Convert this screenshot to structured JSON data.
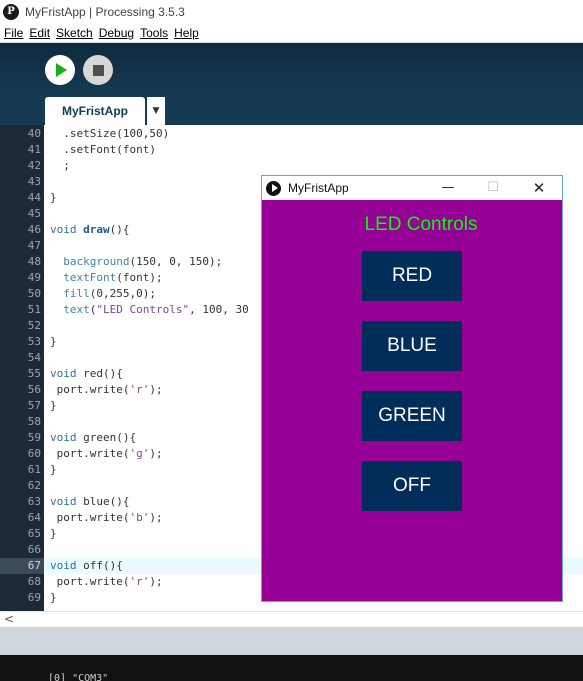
{
  "window": {
    "title": "MyFristApp | Processing 3.5.3",
    "icon_glyph": "P"
  },
  "menu": [
    "File",
    "Edit",
    "Sketch",
    "Debug",
    "Tools",
    "Help"
  ],
  "toolbar": {
    "run_icon": "play-icon",
    "stop_icon": "stop-icon"
  },
  "tabs": {
    "active": "MyFristApp",
    "menu_glyph": "▼"
  },
  "code_lines": [
    {
      "n": "40",
      "text": "  .setSize(100,50)"
    },
    {
      "n": "41",
      "text": "  .setFont(font)"
    },
    {
      "n": "42",
      "text": "  ;"
    },
    {
      "n": "43",
      "text": ""
    },
    {
      "n": "44",
      "text": "}"
    },
    {
      "n": "45",
      "text": ""
    },
    {
      "n": "46",
      "text": "void draw(){"
    },
    {
      "n": "47",
      "text": ""
    },
    {
      "n": "48",
      "text": "  background(150, 0, 150);"
    },
    {
      "n": "49",
      "text": "  textFont(font);"
    },
    {
      "n": "50",
      "text": "  fill(0,255,0);"
    },
    {
      "n": "51",
      "text": "  text(\"LED Controls\", 100, 30"
    },
    {
      "n": "52",
      "text": ""
    },
    {
      "n": "53",
      "text": "}"
    },
    {
      "n": "54",
      "text": ""
    },
    {
      "n": "55",
      "text": "void red(){"
    },
    {
      "n": "56",
      "text": " port.write('r');"
    },
    {
      "n": "57",
      "text": "}"
    },
    {
      "n": "58",
      "text": ""
    },
    {
      "n": "59",
      "text": "void green(){"
    },
    {
      "n": "60",
      "text": " port.write('g');"
    },
    {
      "n": "61",
      "text": "}"
    },
    {
      "n": "62",
      "text": ""
    },
    {
      "n": "63",
      "text": "void blue(){"
    },
    {
      "n": "64",
      "text": " port.write('b');"
    },
    {
      "n": "65",
      "text": "}"
    },
    {
      "n": "66",
      "text": ""
    },
    {
      "n": "67",
      "text": "void off(){"
    },
    {
      "n": "68",
      "text": " port.write('r');"
    },
    {
      "n": "69",
      "text": "}"
    }
  ],
  "current_line": "67",
  "scrollbar": {
    "left_arrow": "<"
  },
  "console": {
    "text": "[0] \"COM3\""
  },
  "sketch": {
    "title": "MyFristApp",
    "minimize": "—",
    "maximize": "☐",
    "close": "✕",
    "background": "#960096",
    "heading": "LED Controls",
    "heading_color": "#00ff00",
    "button_color": "#002d5a",
    "buttons": [
      {
        "label": "RED"
      },
      {
        "label": "BLUE"
      },
      {
        "label": "GREEN"
      },
      {
        "label": "OFF"
      }
    ]
  }
}
